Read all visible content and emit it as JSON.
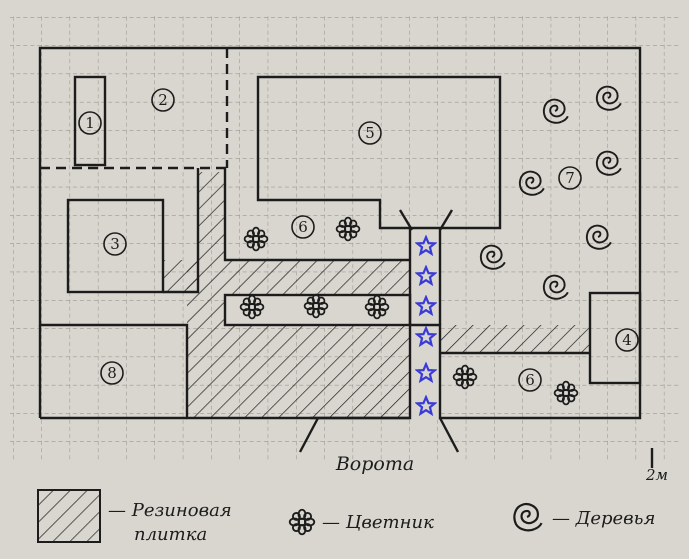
{
  "plan": {
    "zones": [
      "1",
      "2",
      "3",
      "4",
      "5",
      "6",
      "6",
      "7",
      "8"
    ],
    "gate_label": "Ворота",
    "scale_label": "2м"
  },
  "legend": {
    "rubber_tile_line1": "— Резиновая",
    "rubber_tile_line2": "плитка",
    "flowerbed": "— Цветник",
    "trees": "— Деревья"
  },
  "colors": {
    "paper": "#d9d6cf",
    "ink": "#1c1c1c",
    "grid": "#8a8780",
    "star": "#3a3ad8"
  },
  "icons": [
    "hatch-icon",
    "flower-icon",
    "tree-icon",
    "star-icon"
  ]
}
